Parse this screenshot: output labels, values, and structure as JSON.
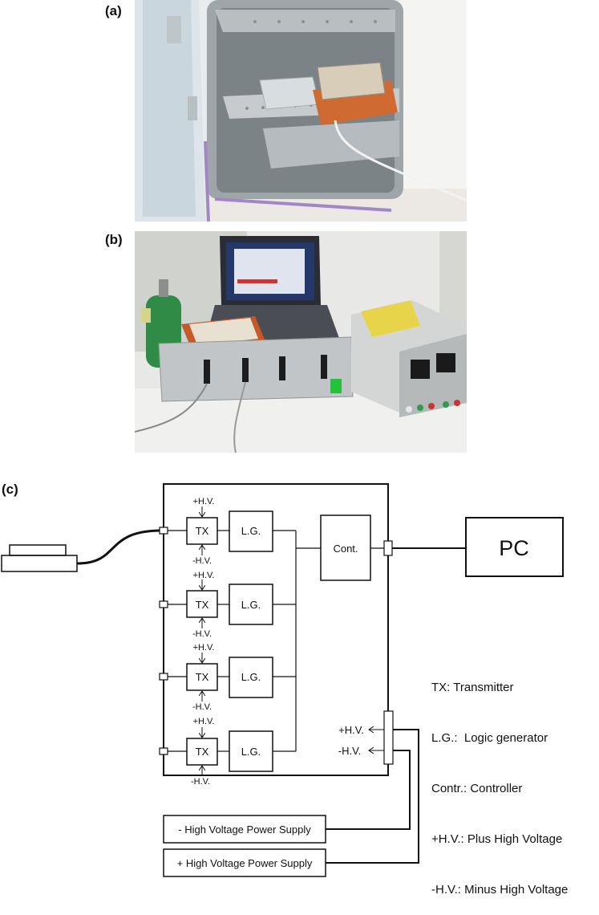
{
  "panels": {
    "a": "(a)",
    "b": "(b)",
    "c": "(c)"
  },
  "photo_a": {
    "subject": "incubator-with-culture-plates-on-heater"
  },
  "photo_b": {
    "subject": "laptop-controller-box-and-power-supplies"
  },
  "diagram": {
    "tx_label": "TX",
    "lg_label": "L.G.",
    "cont_label": "Cont.",
    "pc_label": "PC",
    "plus_hv": "+H.V.",
    "minus_hv": "-H.V.",
    "channels": [
      {
        "tx": "TX",
        "lg": "L.G.",
        "top": "+H.V.",
        "bottom": "-H.V."
      },
      {
        "tx": "TX",
        "lg": "L.G.",
        "top": "+H.V.",
        "bottom": "-H.V."
      },
      {
        "tx": "TX",
        "lg": "L.G.",
        "top": "+H.V.",
        "bottom": "-H.V."
      },
      {
        "tx": "TX",
        "lg": "L.G.",
        "top": "+H.V.",
        "bottom": "-H.V."
      }
    ],
    "connector_plus": "+H.V.",
    "connector_minus": "-H.V.",
    "minus_supply": "- High Voltage Power Supply",
    "plus_supply": "+ High Voltage Power Supply"
  },
  "legend": [
    "TX: Transmitter",
    "L.G.:  Logic generator",
    "Contr.: Controller",
    "+H.V.: Plus High Voltage",
    "-H.V.: Minus High Voltage"
  ]
}
